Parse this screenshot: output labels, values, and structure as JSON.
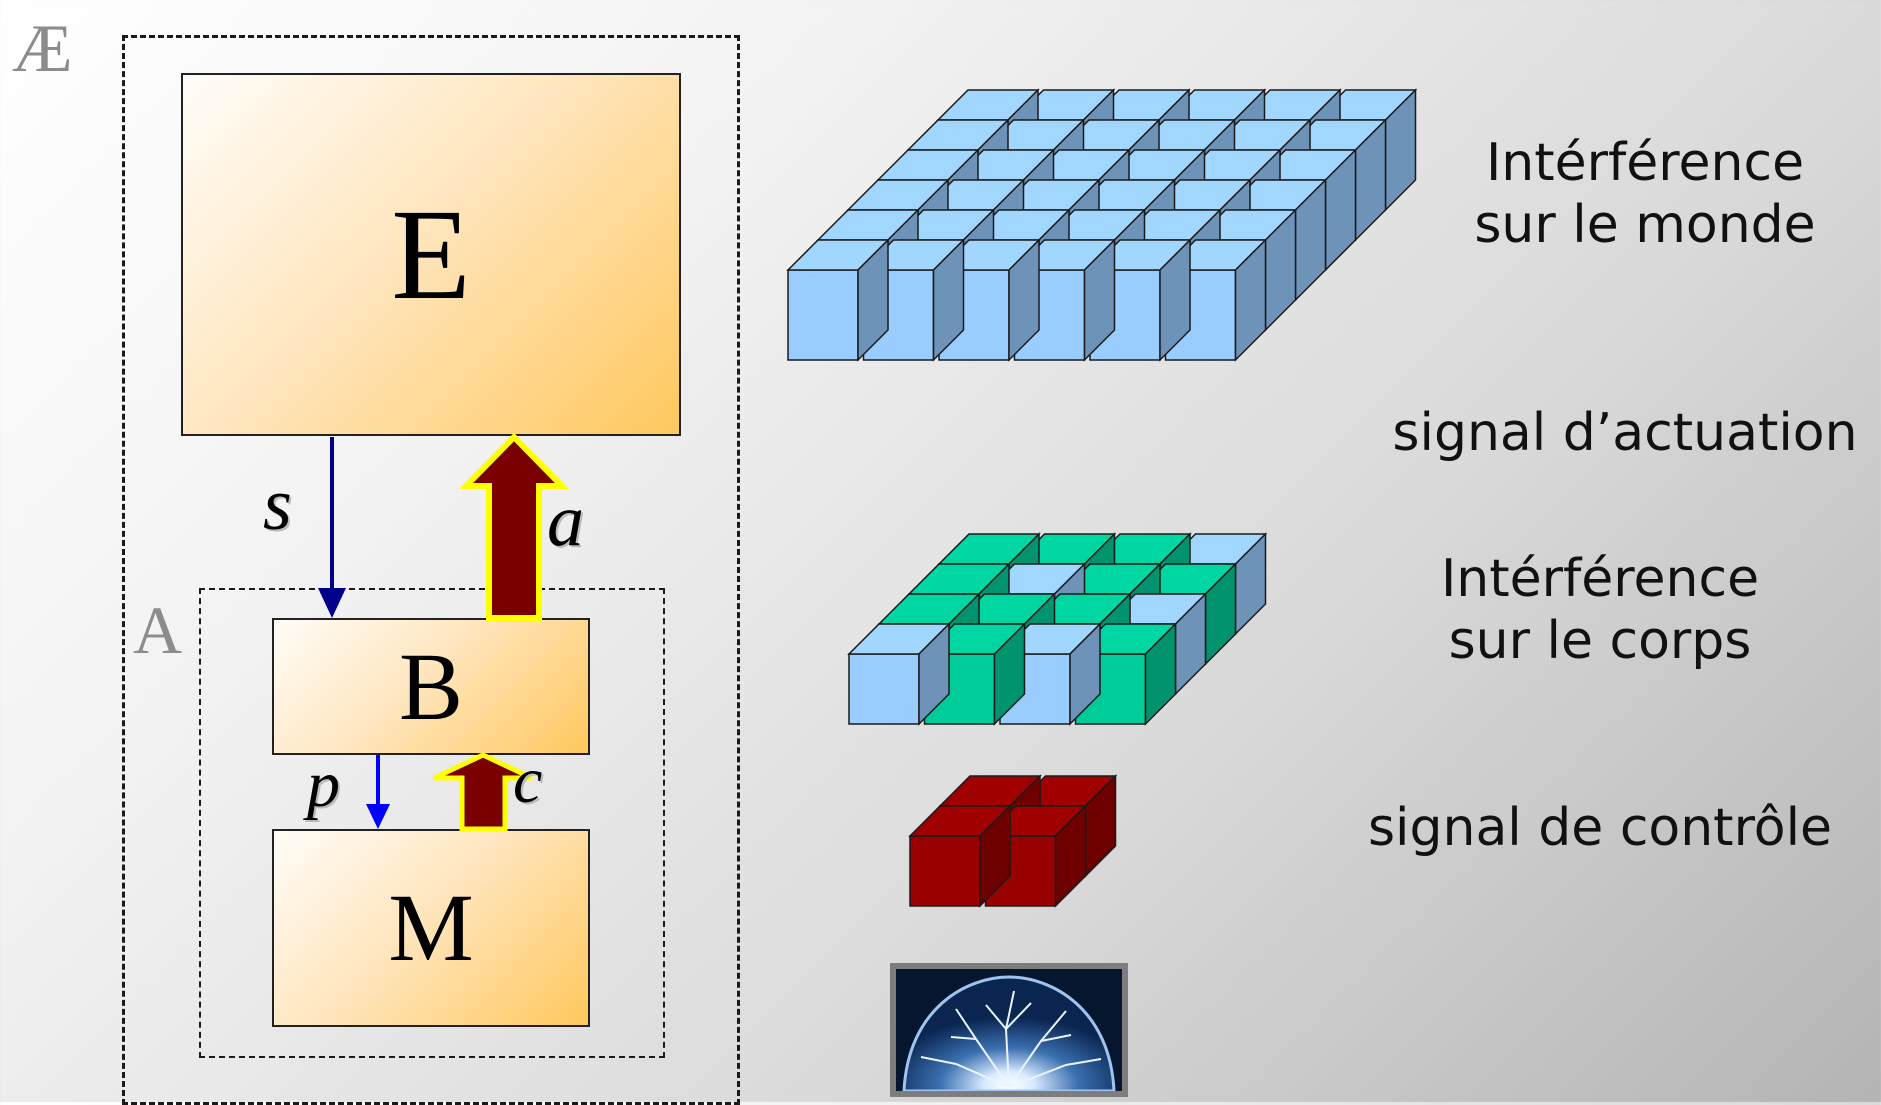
{
  "diagram": {
    "outer_label": "Æ",
    "inner_label": "A",
    "boxes": {
      "environment": "E",
      "body": "B",
      "mind": "M"
    },
    "signals": {
      "sensing": "s",
      "action": "a",
      "perception": "p",
      "control": "c"
    },
    "colors": {
      "sensing_arrow": "#00008b",
      "perception_arrow": "#0000ff",
      "thick_arrow_fill": "#7a0000",
      "thick_arrow_outline": "#ffff00"
    }
  },
  "legend": {
    "world_interference": {
      "line1": "Intérférence",
      "line2": "sur le monde"
    },
    "actuation_signal": "signal d’actuation",
    "body_interference": {
      "line1": "Intérférence",
      "line2": "sur le corps"
    },
    "control_signal": "signal de contrôle"
  },
  "icons": {
    "world_grid": "cube-grid-blue-icon",
    "body_grid": "cube-grid-mixed-icon",
    "control_block": "cube-block-red-icon",
    "brain": "brain-icon"
  },
  "cube_colors": {
    "blue": "#99ccff",
    "green": "#00cc99",
    "red": "#990000"
  }
}
